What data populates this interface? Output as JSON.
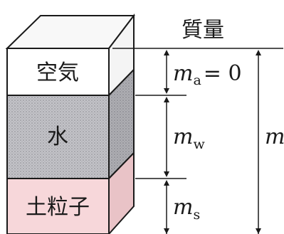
{
  "header": {
    "mass_label": "質量"
  },
  "phases": {
    "air": {
      "label": "空気",
      "color": "#ffffff"
    },
    "water": {
      "label": "水",
      "color": "#bfbfc4"
    },
    "soil": {
      "label": "土粒子",
      "color": "#f7d7da"
    }
  },
  "masses": {
    "air": {
      "symbol": "m",
      "sub": "a",
      "suffix": "= 0"
    },
    "water": {
      "symbol": "m",
      "sub": "w"
    },
    "soil": {
      "symbol": "m",
      "sub": "s"
    },
    "total": {
      "symbol": "m"
    }
  },
  "colors": {
    "line": "#1a1a1a",
    "side_air": "#f4f4f4",
    "side_water": "#a9a9ae",
    "side_soil": "#e9c3c7",
    "top_face": "#f8f8f8"
  }
}
